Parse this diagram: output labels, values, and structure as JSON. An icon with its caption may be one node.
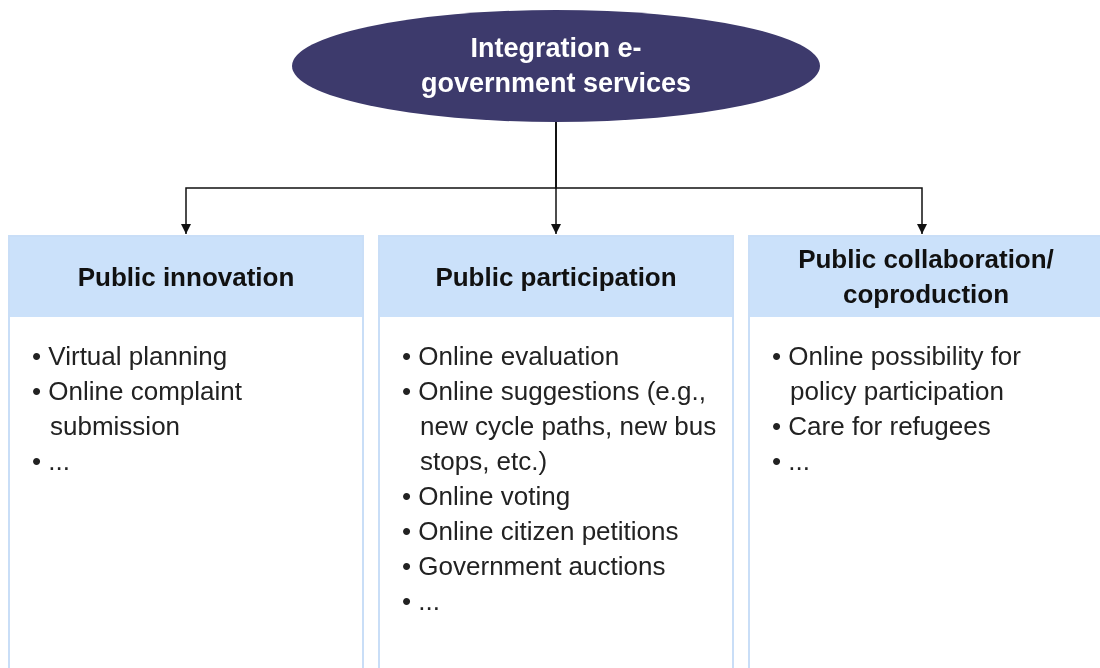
{
  "diagram": {
    "nodes": [
      {
        "text": [
          "Integration e-government services"
        ]
      },
      {
        "text": [
          "Public innovation",
          "• Virtual planning",
          "• Online complaint submission",
          "• ..."
        ]
      },
      {
        "text": [
          "Public participation",
          "• Online evaluation",
          "• Online suggestions (e.g., new cycle paths, new bus stops, etc.)",
          "• Online voting",
          "• Online citizen petitions",
          "• Government auctions",
          "• ..."
        ]
      },
      {
        "text": [
          "Public collaboration/ coproduction",
          "• Online possibility for policy participation",
          "• Care for refugees",
          "• ..."
        ]
      }
    ],
    "edges": [
      {
        "from": 0,
        "to": 1,
        "arrow": "to"
      },
      {
        "from": 0,
        "to": 2,
        "arrow": "to"
      },
      {
        "from": 0,
        "to": 3,
        "arrow": "to"
      }
    ]
  }
}
